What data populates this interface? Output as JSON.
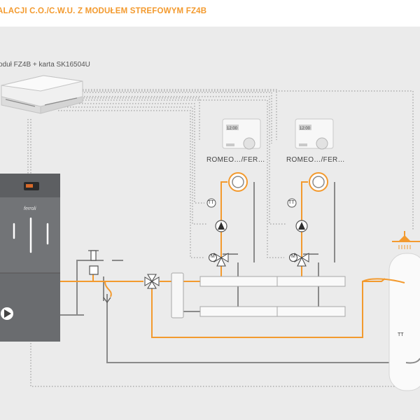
{
  "title": "ALACJI C.O./C.W.U. Z MODUŁEM STREFOWYM FZ4B",
  "module_label": "oduł FZ4B + karta SK16504U",
  "thermostats": [
    {
      "label": "ROMEO…/FER…"
    },
    {
      "label": "ROMEO…/FER…"
    }
  ],
  "boiler_brand": "ferroli",
  "sensor_label": "TT",
  "motor_label": "M",
  "colors": {
    "supply": "#f39a2e",
    "return": "#8a8a8a",
    "signal": "#8a8a8a",
    "background": "#ebebeb",
    "boiler": "#6d6f72"
  }
}
